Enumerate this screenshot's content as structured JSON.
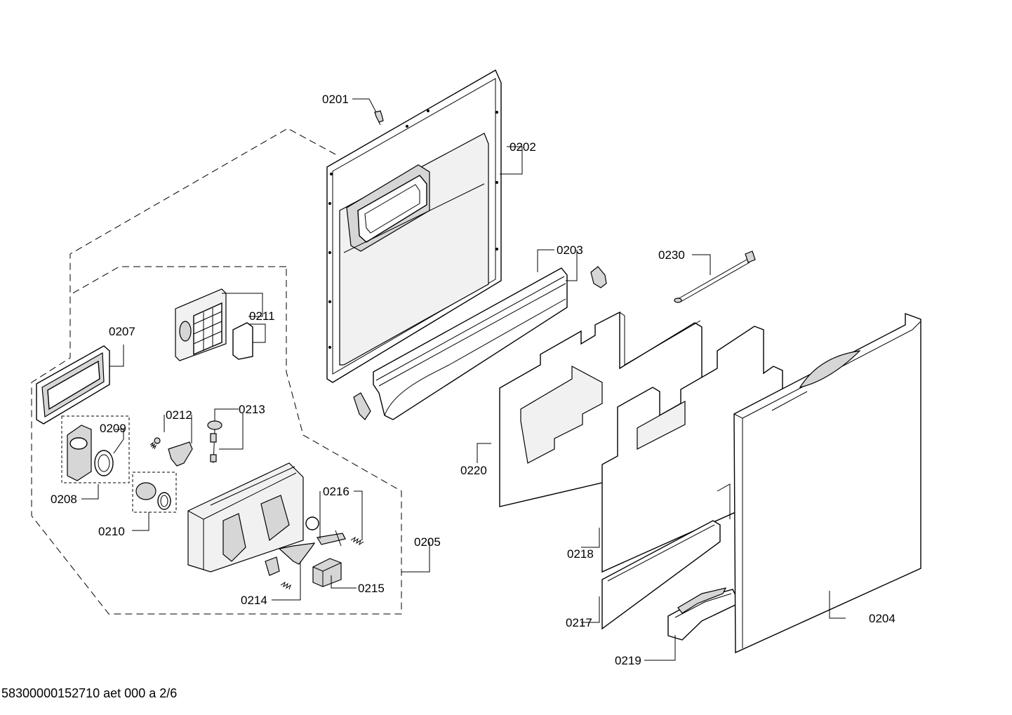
{
  "footer": {
    "document_code": "58300000152710 aet 000 a 2/6"
  },
  "labels": {
    "p0201": "0201",
    "p0202": "0202",
    "p0203": "0203",
    "p0204": "0204",
    "p0205": "0205",
    "p0207": "0207",
    "p0208": "0208",
    "p0209": "0209",
    "p0210": "0210",
    "p0211": "0211",
    "p0212": "0212",
    "p0213": "0213",
    "p0214": "0214",
    "p0215": "0215",
    "p0216": "0216",
    "p0217": "0217",
    "p0218": "0218",
    "p0219": "0219",
    "p0220": "0220",
    "p0230": "0230"
  }
}
